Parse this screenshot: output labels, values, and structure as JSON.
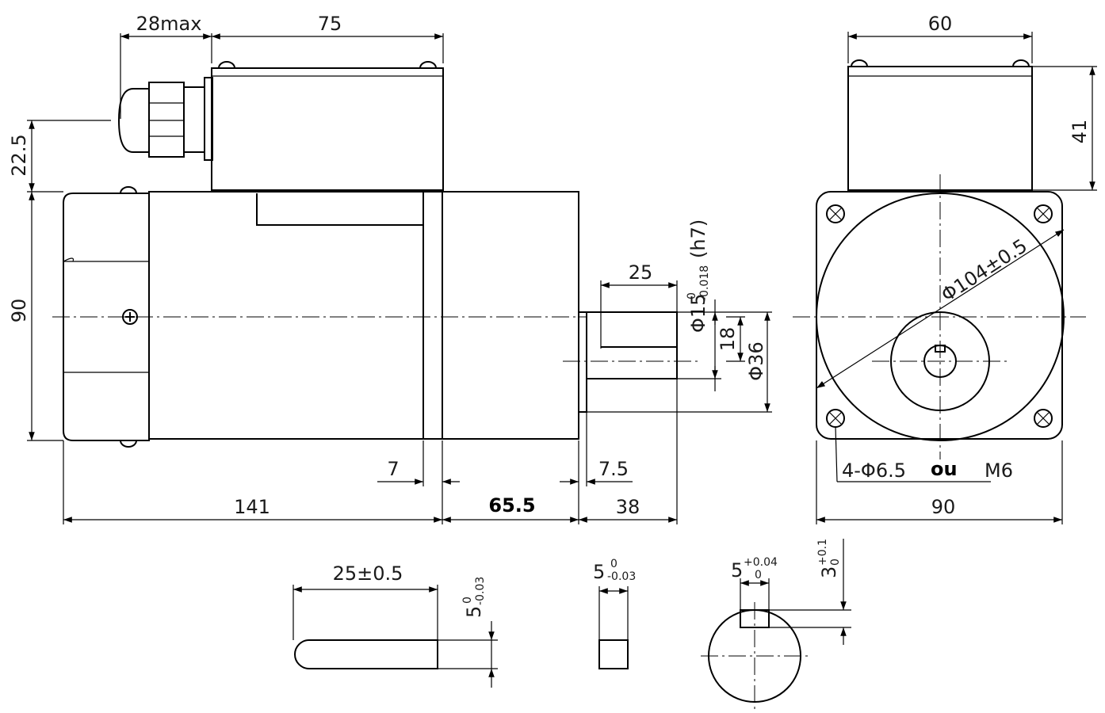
{
  "dimensions": {
    "gland_max": "28max",
    "box_length": "75",
    "box_height_side": "22.5",
    "body_height": "90",
    "shaft_key_length": "25",
    "shaft_diameter": "Φ15",
    "shaft_tol_upper": "0",
    "shaft_tol_lower": "-0.018",
    "shaft_fit": "(h7)",
    "dim_18": "18",
    "pilot_diameter": "Φ36",
    "flange_7": "7",
    "flange_7_5": "7.5",
    "body_length": "141",
    "flange_length": "65.5",
    "shaft_length": "38",
    "box_width": "60",
    "box_height_front": "41",
    "pcd": "Φ104±0.5",
    "holes": "4-Φ6.5",
    "or_word": "ou",
    "thread": "M6",
    "flange_width": "90"
  },
  "details": {
    "key_length": "25±0.5",
    "key_width_base": "5",
    "key_width_upper": "0",
    "key_width_lower": "-0.03",
    "key_section_base": "5",
    "key_section_upper": "0",
    "key_section_lower": "-0.03",
    "keyway_width_base": "5",
    "keyway_width_upper": "+0.04",
    "keyway_width_lower": "0",
    "keyway_depth_base": "3",
    "keyway_depth_upper": "+0.1",
    "keyway_depth_lower": "0"
  },
  "icons": [
    "screw-head-icon",
    "mounting-hole-icon",
    "cable-gland-icon"
  ]
}
